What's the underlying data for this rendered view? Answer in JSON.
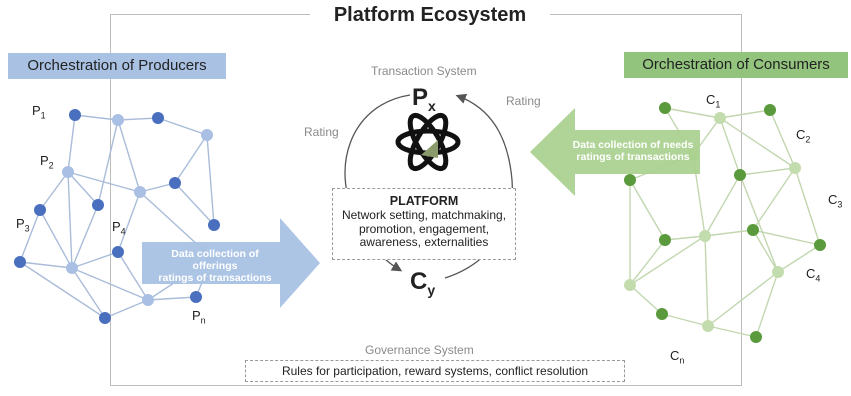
{
  "title": "Platform Ecosystem",
  "producers": {
    "label": "Orchestration of Producers",
    "arrow_text_1": "Data collection of offerings",
    "arrow_text_2": "ratings of transactions",
    "nodes": [
      {
        "label": "P",
        "sub": "1"
      },
      {
        "label": "P",
        "sub": "2"
      },
      {
        "label": "P",
        "sub": "3"
      },
      {
        "label": "P",
        "sub": "4"
      },
      {
        "label": "P",
        "sub": "n"
      }
    ]
  },
  "consumers": {
    "label": "Orchestration of Consumers",
    "arrow_text_1": "Data collection of needs",
    "arrow_text_2": "ratings of transactions",
    "nodes": [
      {
        "label": "C",
        "sub": "1"
      },
      {
        "label": "C",
        "sub": "2"
      },
      {
        "label": "C",
        "sub": "3"
      },
      {
        "label": "C",
        "sub": "4"
      },
      {
        "label": "C",
        "sub": "n"
      }
    ]
  },
  "transaction_system": "Transaction System",
  "rating_left": "Rating",
  "rating_right": "Rating",
  "px": {
    "main": "P",
    "sub": "x"
  },
  "cy": {
    "main": "C",
    "sub": "y"
  },
  "platform": {
    "title": "PLATFORM",
    "line1": "Network setting, matchmaking,",
    "line2": "promotion, engagement,",
    "line3": "awareness, externalities"
  },
  "governance": {
    "label": "Governance System",
    "text": "Rules for participation, reward systems, conflict resolution"
  },
  "colors": {
    "producer_node_dark": "#4a6fbf",
    "producer_node_light": "#a9bfe3",
    "consumer_node_dark": "#5b9a3c",
    "consumer_node_light": "#c3dcae",
    "producer_edge": "#a9bcd9",
    "consumer_edge": "#c2d7b0"
  }
}
